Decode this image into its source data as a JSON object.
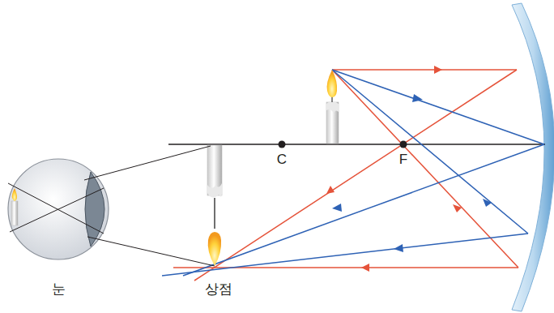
{
  "diagram": {
    "labels": [
      "C",
      "F",
      "눈",
      "상점"
    ]
  }
}
